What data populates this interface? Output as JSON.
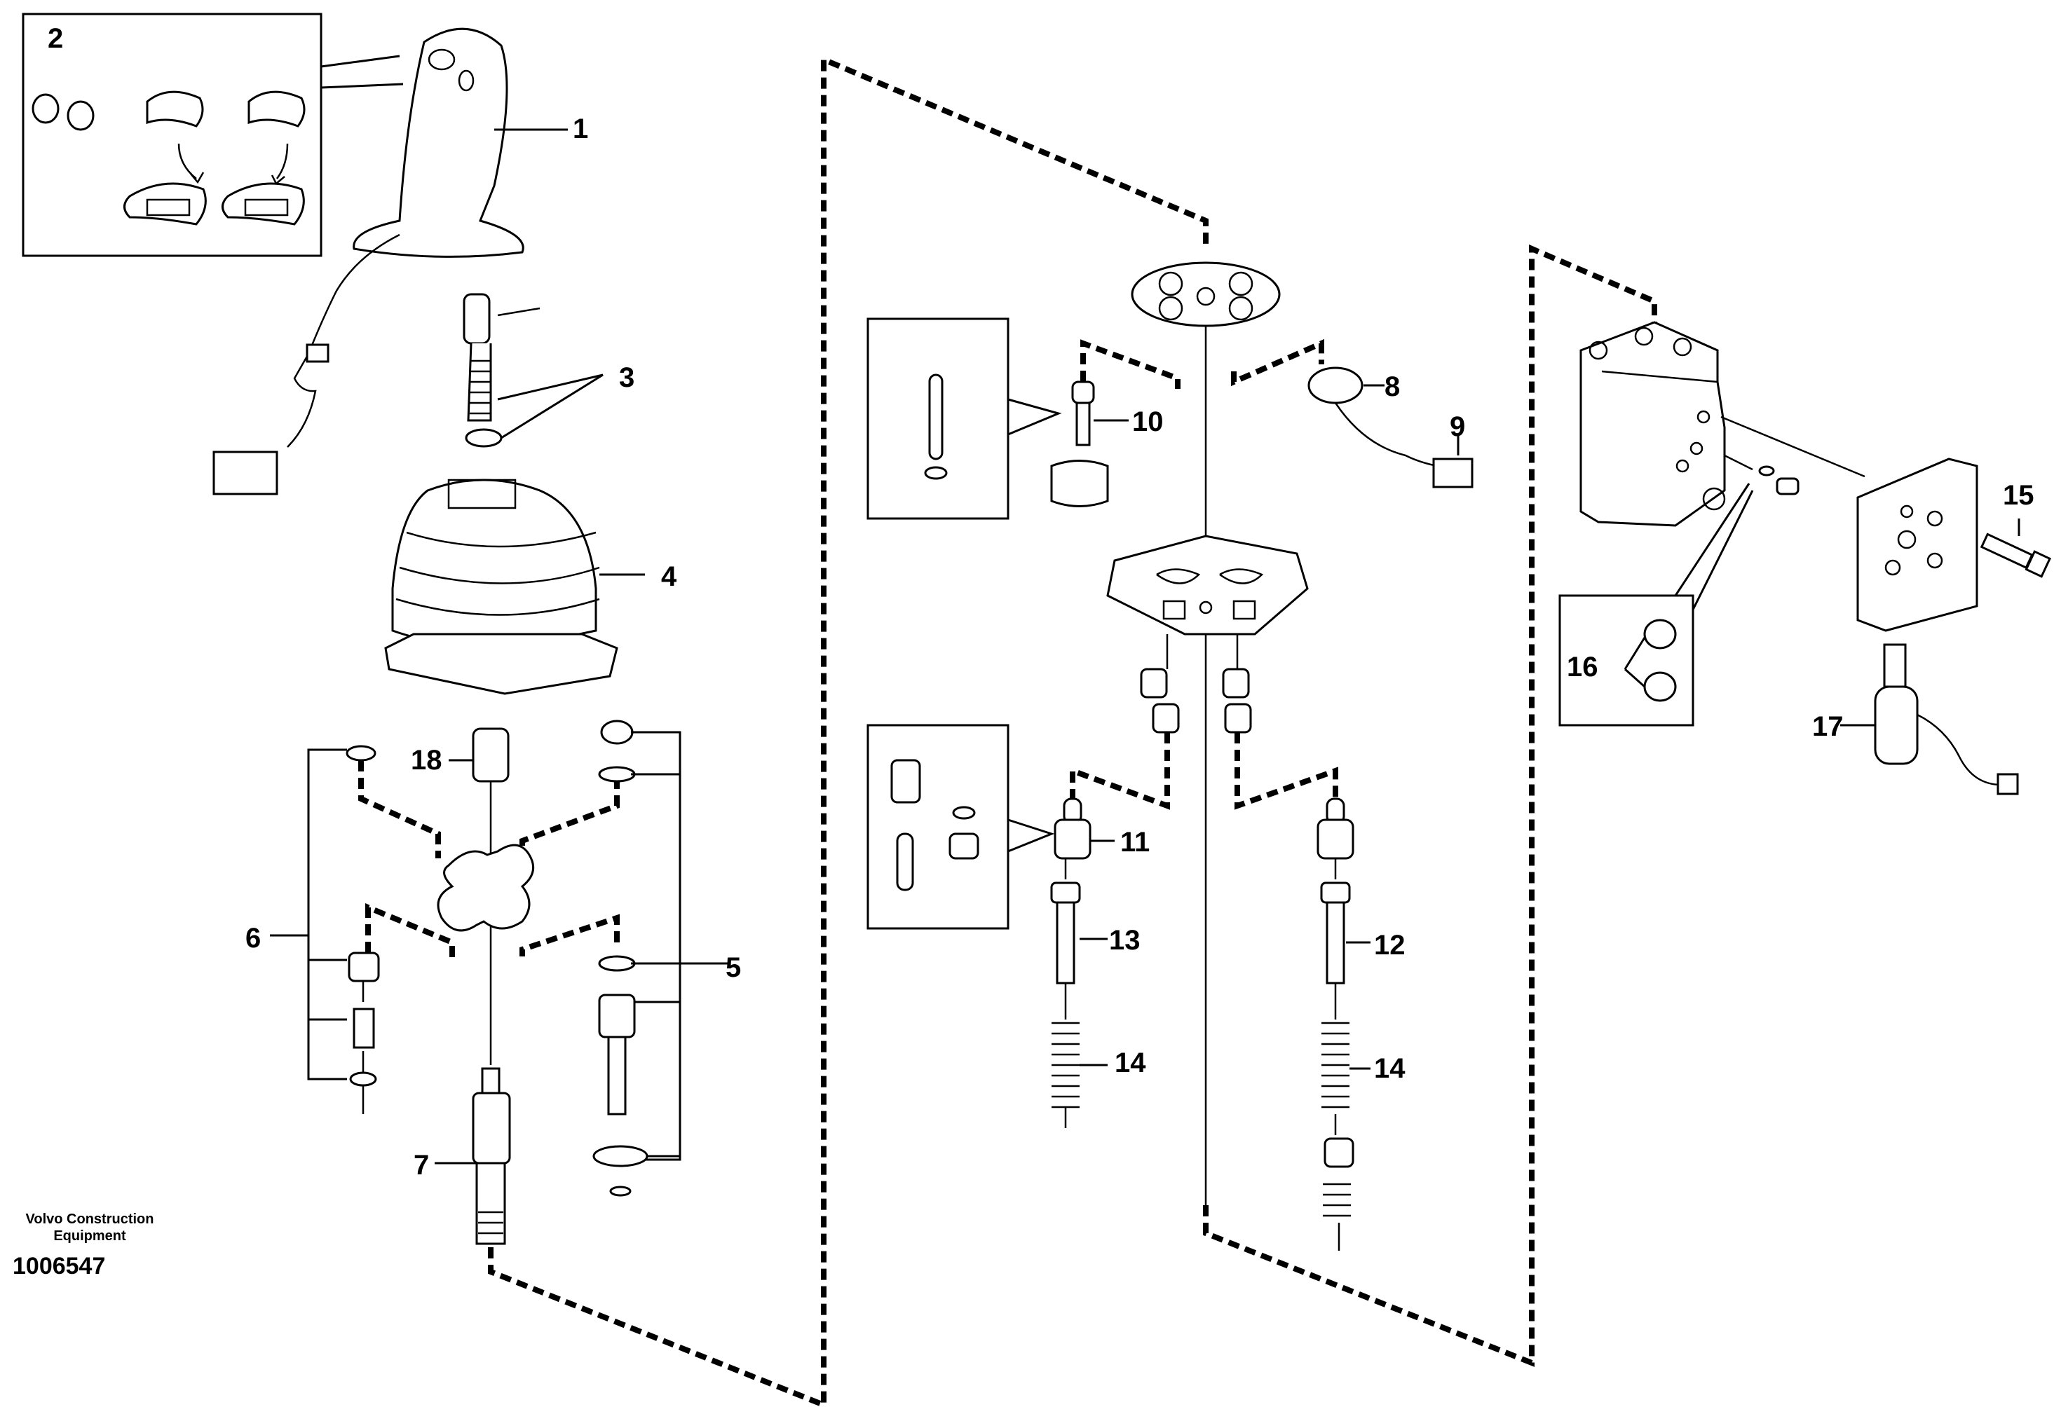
{
  "caption": {
    "manufacturer": "Volvo Construction Equipment",
    "drawing_number": "1006547"
  },
  "part_labels": [
    "1",
    "2",
    "3",
    "4",
    "5",
    "6",
    "7",
    "8",
    "9",
    "10",
    "11",
    "12",
    "13",
    "14",
    "14",
    "15",
    "16",
    "17",
    "18"
  ]
}
